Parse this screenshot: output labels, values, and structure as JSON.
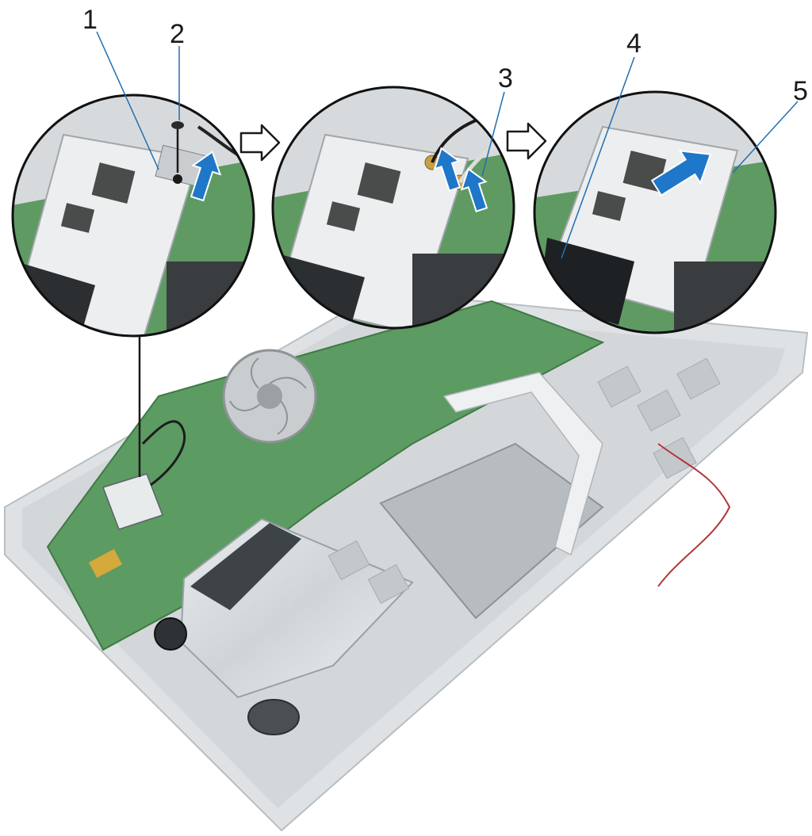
{
  "callouts": {
    "c1": "1",
    "c2": "2",
    "c3": "3",
    "c4": "4",
    "c5": "5"
  },
  "icons": {
    "step_arrow": "hollow-right-arrow-icon",
    "lift_arrow": "blue-up-arrow-icon",
    "slide_arrow": "blue-diagonal-arrow-icon",
    "screw": "screw-icon"
  },
  "colors": {
    "pcb_green": "#4f9a55",
    "arrow_blue": "#1f77c9",
    "chassis": "#d9dcde",
    "leader": "#1f6fb3"
  }
}
